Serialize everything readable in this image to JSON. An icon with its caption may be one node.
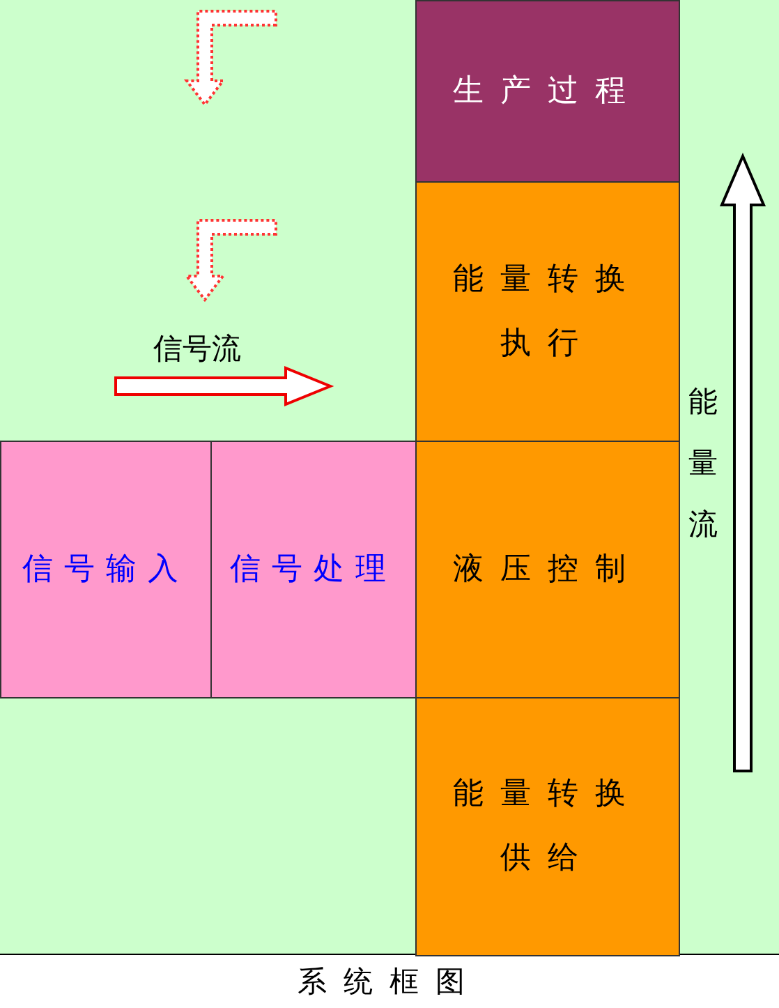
{
  "diagram": {
    "caption": "系统框图",
    "nodes": [
      {
        "text": [
          "生产过程"
        ]
      },
      {
        "text": [
          "能量转换执行"
        ]
      },
      {
        "text": [
          "液压控制"
        ]
      },
      {
        "text": [
          "能量转换供给"
        ]
      },
      {
        "text": [
          "信号输入"
        ]
      },
      {
        "text": [
          "信号处理"
        ]
      }
    ],
    "labels": [
      "信号流",
      "能量流"
    ]
  }
}
